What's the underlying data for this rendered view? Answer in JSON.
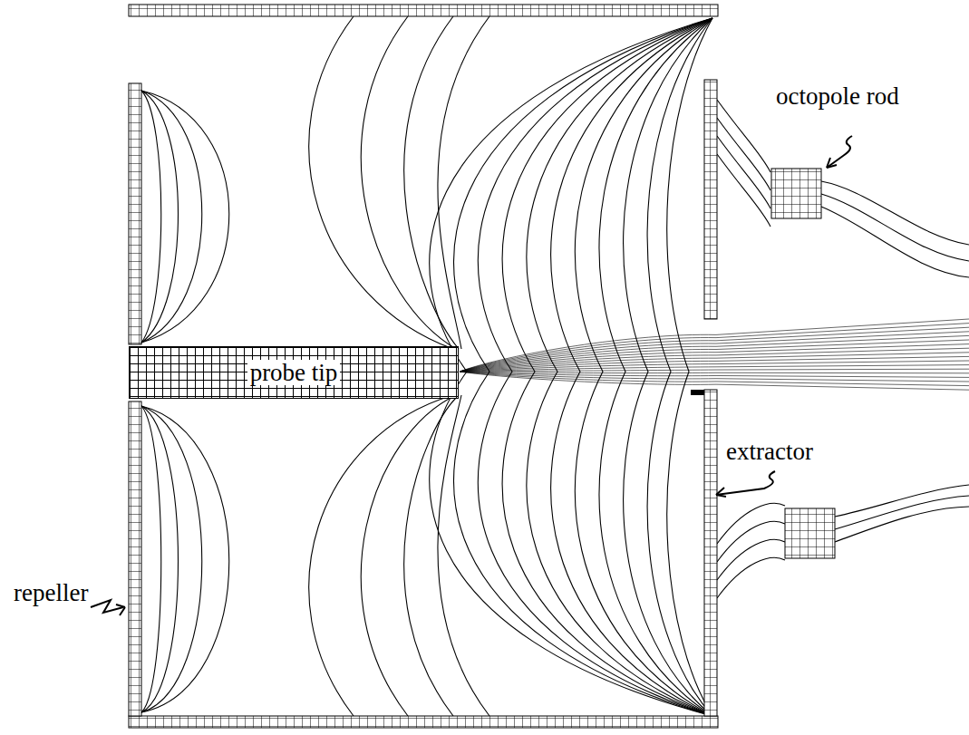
{
  "diagram": {
    "nodes": [
      {
        "text": [
          "probe tip"
        ]
      }
    ],
    "labels": [
      "octopole rod",
      "extractor",
      "repeller"
    ]
  }
}
